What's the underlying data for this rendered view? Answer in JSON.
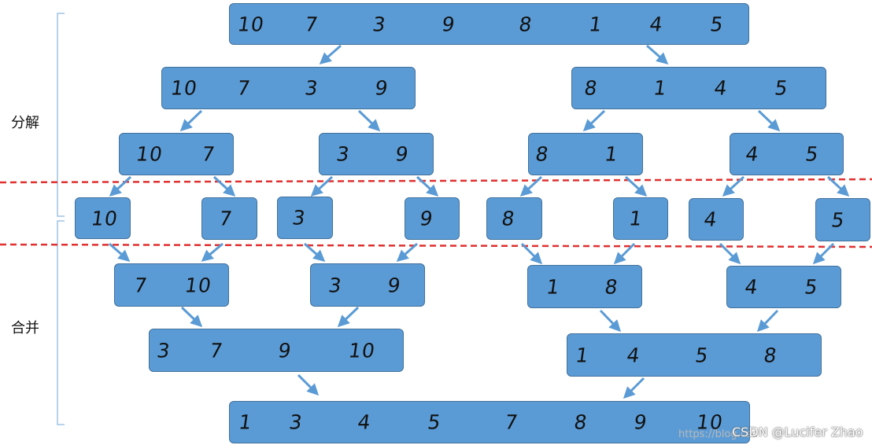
{
  "labels": {
    "split": "分解",
    "merge": "合并"
  },
  "watermark": {
    "faint": "https://blog.csd",
    "main": "CSDN @Lucifer Zhao"
  },
  "colors": {
    "box_fill": "#5b9bd5",
    "box_border": "#41719c",
    "arrow": "#5b9bd5",
    "dashed_line": "#e03030",
    "bracket": "#9dc3e6"
  },
  "boxes": [
    {
      "id": "row1-0",
      "values": [
        "10",
        "7",
        "3",
        "9",
        "8",
        "1",
        "4",
        "5"
      ]
    },
    {
      "id": "row2-0",
      "values": [
        "10",
        "7",
        "3",
        "9"
      ]
    },
    {
      "id": "row2-1",
      "values": [
        "8",
        "1",
        "4",
        "5"
      ]
    },
    {
      "id": "row3-0",
      "values": [
        "10",
        "7"
      ]
    },
    {
      "id": "row3-1",
      "values": [
        "3",
        "9"
      ]
    },
    {
      "id": "row3-2",
      "values": [
        "8",
        "1"
      ]
    },
    {
      "id": "row3-3",
      "values": [
        "4",
        "5"
      ]
    },
    {
      "id": "row4-0",
      "values": [
        "10"
      ]
    },
    {
      "id": "row4-1",
      "values": [
        "7"
      ]
    },
    {
      "id": "row4-2",
      "values": [
        "3"
      ]
    },
    {
      "id": "row4-3",
      "values": [
        "9"
      ]
    },
    {
      "id": "row4-4",
      "values": [
        "8"
      ]
    },
    {
      "id": "row4-5",
      "values": [
        "1"
      ]
    },
    {
      "id": "row4-6",
      "values": [
        "4"
      ]
    },
    {
      "id": "row4-7",
      "values": [
        "5"
      ]
    },
    {
      "id": "row5-0",
      "values": [
        "7",
        "10"
      ]
    },
    {
      "id": "row5-1",
      "values": [
        "3",
        "9"
      ]
    },
    {
      "id": "row5-2",
      "values": [
        "1",
        "8"
      ]
    },
    {
      "id": "row5-3",
      "values": [
        "4",
        "5"
      ]
    },
    {
      "id": "row6-0",
      "values": [
        "3",
        "7",
        "9",
        "10"
      ]
    },
    {
      "id": "row6-1",
      "values": [
        "1",
        "4",
        "5",
        "8"
      ]
    },
    {
      "id": "row7-0",
      "values": [
        "1",
        "3",
        "4",
        "5",
        "7",
        "8",
        "9",
        "10"
      ]
    }
  ]
}
